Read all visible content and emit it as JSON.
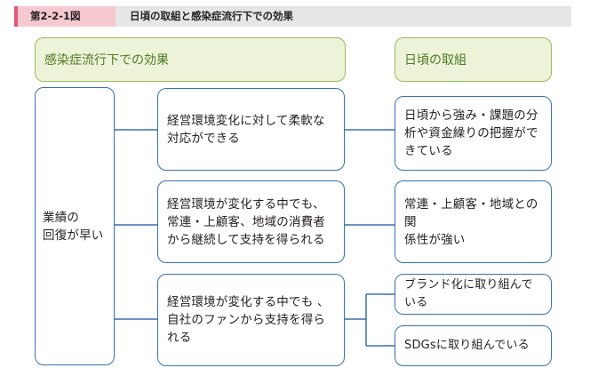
{
  "title": {
    "figure_no": "第2-2-1図",
    "text": "日頃の取組と感染症流行下での効果"
  },
  "headers": {
    "left": "感染症流行下での効果",
    "right": "日頃の取組"
  },
  "performance": {
    "line1": "業績の",
    "line2": "回復が早い"
  },
  "middle": [
    {
      "lines": [
        "経営環境変化に対して柔軟な",
        "対応ができる"
      ]
    },
    {
      "lines": [
        "経営環境が変化する中でも、",
        "常連・上顧客、地域の消費者",
        "から継続して支持を得られる"
      ]
    },
    {
      "lines": [
        "経営環境が変化する中でも 、",
        "自社のファンから支持を得られる"
      ]
    }
  ],
  "right": [
    {
      "lines": [
        "日頃から強み・課題の分",
        "析や資金繰りの把握がで",
        "きている"
      ]
    },
    {
      "lines": [
        "常連・上顧客・地域との関",
        "係性が強い"
      ]
    },
    {
      "lines": [
        "ブランド化に取り組んでいる"
      ]
    },
    {
      "lines": [
        "SDGsに取り組んでいる"
      ]
    }
  ],
  "colors": {
    "title_accent": "#e05a78",
    "title_tag_bg": "#f5c9cf",
    "title_bar_bg": "#e6e6e6",
    "header_fill": "#edf3d9",
    "header_border": "#9bbb59",
    "header_text": "#4d7a1f",
    "box_border": "#3a6fb0",
    "connector": "#3a6fb0"
  }
}
